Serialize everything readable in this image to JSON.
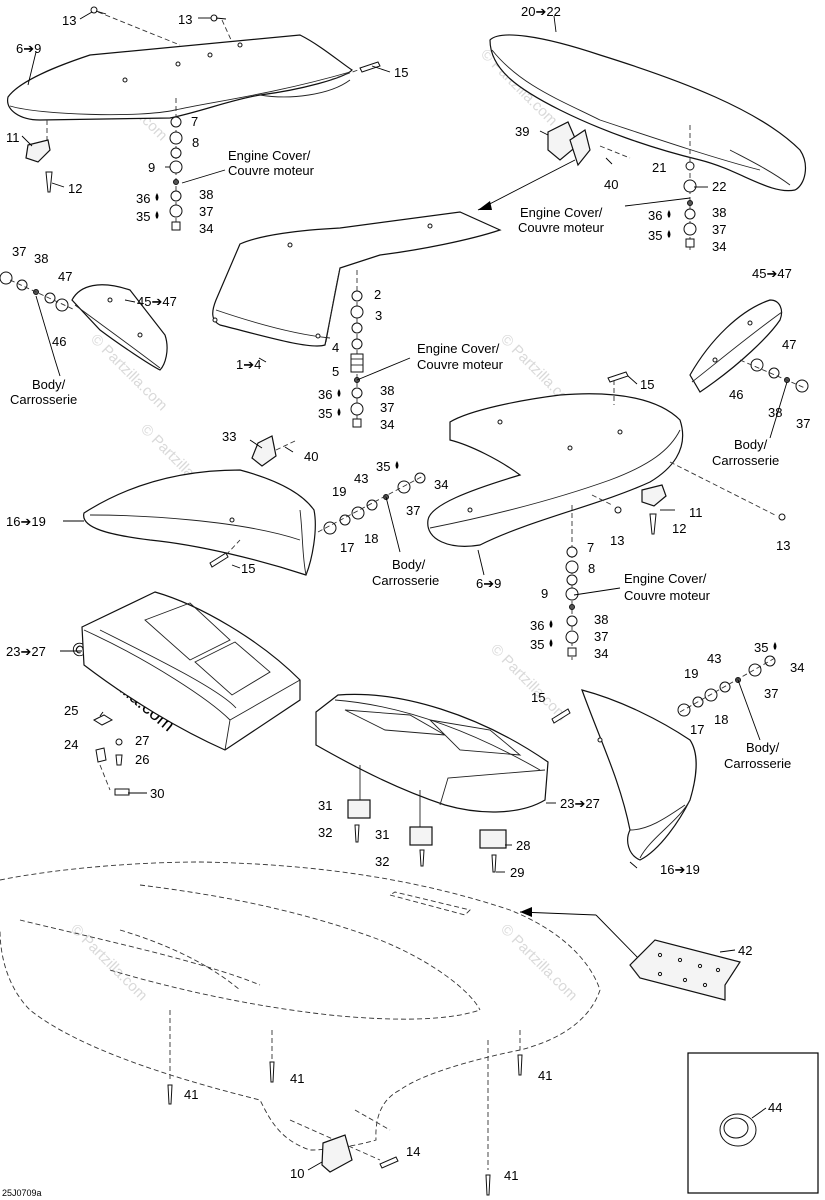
{
  "callouts": {
    "c13a": "13",
    "c13b": "13",
    "c69a": "6➔9",
    "c15a": "15",
    "c11a": "11",
    "c12a": "12",
    "c7a": "7",
    "c8a": "8",
    "c9a": "9",
    "c36a": "36",
    "c38a": "38",
    "c35a": "35",
    "c37a": "37",
    "c34a": "34",
    "c2022": "20➔22",
    "c39": "39",
    "c40a": "40",
    "c21": "21",
    "c22": "22",
    "c36b": "36",
    "c38b": "38",
    "c35b": "35",
    "c37b": "37",
    "c34b": "34",
    "c37c": "37",
    "c38c": "38",
    "c47a": "47",
    "c46a": "46",
    "c4547a": "45➔47",
    "c2": "2",
    "c3": "3",
    "c4": "4",
    "c5": "5",
    "c14": "1➔4",
    "c36c": "36",
    "c38d": "38",
    "c35c": "35",
    "c37d": "37",
    "c34c": "34",
    "c4547b": "45➔47",
    "c47b": "47",
    "c46b": "46",
    "c38e": "38",
    "c37e": "37",
    "c15b": "15",
    "c33": "33",
    "c40b": "40",
    "c1619a": "16➔19",
    "c15c": "15",
    "c35d": "35",
    "c43a": "43",
    "c34d": "34",
    "c19a": "19",
    "c37f": "37",
    "c17a": "17",
    "c18a": "18",
    "c11b": "11",
    "c12b": "12",
    "c13c": "13",
    "c13d": "13",
    "c69b": "6➔9",
    "c7b": "7",
    "c8b": "8",
    "c9b": "9",
    "c38f": "38",
    "c36d": "36",
    "c35e": "35",
    "c37g": "37",
    "c34e": "34",
    "c2327a": "23➔27",
    "c25": "25",
    "c27": "27",
    "c24": "24",
    "c26": "26",
    "c30": "30",
    "c35f": "35",
    "c34f": "34",
    "c43b": "43",
    "c19b": "19",
    "c37h": "37",
    "c15d": "15",
    "c18b": "18",
    "c17b": "17",
    "c31a": "31",
    "c32a": "32",
    "c31b": "31",
    "c32b": "32",
    "c2327b": "23➔27",
    "c28": "28",
    "c29": "29",
    "c1619b": "16➔19",
    "c42": "42",
    "c41a": "41",
    "c41b": "41",
    "c41c": "41",
    "c41d": "41",
    "c44": "44",
    "c10": "10",
    "c14b": "14"
  },
  "labels": {
    "engine_cover_1a": "Engine Cover/",
    "engine_cover_1b": "Couvre moteur",
    "engine_cover_2a": "Engine Cover/",
    "engine_cover_2b": "Couvre moteur",
    "engine_cover_3a": "Engine Cover/",
    "engine_cover_3b": "Couvre moteur",
    "engine_cover_4a": "Engine Cover/",
    "engine_cover_4b": "Couvre moteur",
    "body_1a": "Body/",
    "body_1b": "Carrosserie",
    "body_2a": "Body/",
    "body_2b": "Carrosserie",
    "body_3a": "Body/",
    "body_3b": "Carrosserie",
    "body_4a": "Body/",
    "body_4b": "Carrosserie"
  },
  "watermarks": {
    "w1": "© Partzilla.com",
    "w2": "© Partzilla.com",
    "w3": "© Partzilla.com",
    "w4": "© Partzilla.com",
    "w5": "© Partzilla.com",
    "w6": "© Partzilla.com",
    "w7": "© Partzilla.com",
    "w8": "© Partzilla.com",
    "w_dark": "© Partzilla.com"
  },
  "drawing_code": "25J0709a"
}
